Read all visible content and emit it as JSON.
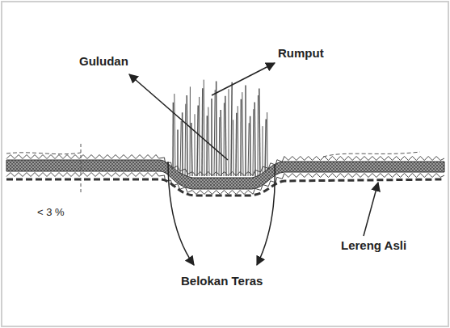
{
  "diagram": {
    "labels": [
      "Guludan",
      "Rumput",
      "Belokan Teras",
      "Lereng Asli",
      "< 3 %"
    ]
  }
}
